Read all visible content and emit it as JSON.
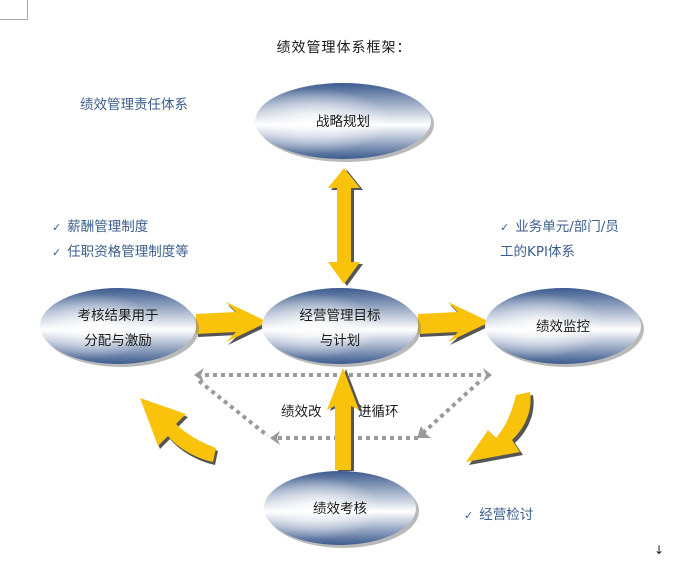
{
  "title": "绩效管理体系框架：",
  "labels": {
    "responsibility_system": "绩效管理责任体系",
    "left_checklist": [
      "薪酬管理制度",
      "任职资格管理制度等"
    ],
    "right_checklist": {
      "line1": "业务单元/部门/员",
      "line2": "工的KPI体系"
    },
    "bottom_checklist": "经营检讨",
    "loop_left": "绩效改",
    "loop_right": "进循环"
  },
  "nodes": {
    "strategy": {
      "lines": [
        "战略规划"
      ]
    },
    "incentive": {
      "lines": [
        "考核结果用于",
        "分配与激励"
      ]
    },
    "goals": {
      "lines": [
        "经营管理目标",
        "与计划"
      ]
    },
    "monitoring": {
      "lines": [
        "绩效监控"
      ]
    },
    "assessment": {
      "lines": [
        "绩效考核"
      ]
    }
  },
  "icons": {
    "check": "✓",
    "paragraph_mark": "↓"
  },
  "colors": {
    "arrow_yellow": "#f8c30a",
    "arrow_shadow": "#555555",
    "ellipse_dark": "#3c5b8e",
    "ellipse_light": "#ffffff",
    "dotted_gray": "#9a9a9a",
    "label_blue": "#3b5e8c"
  }
}
